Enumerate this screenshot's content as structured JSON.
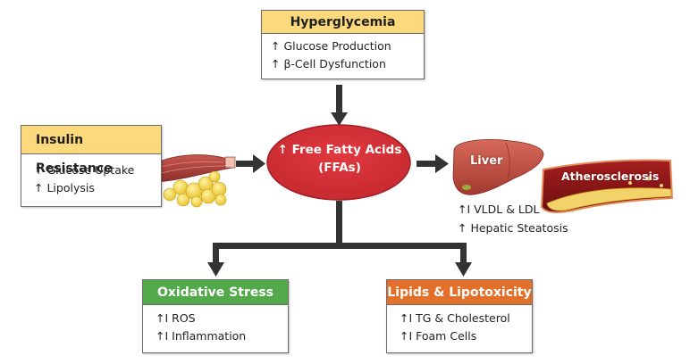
{
  "hyperglycemia": {
    "title": "Hyperglycemia",
    "items": [
      "↑ Glucose Production",
      "↑ β-Cell Dysfunction"
    ]
  },
  "insulin_resistance": {
    "title": "Insulin Resistance",
    "items": [
      "↑ Glucose Uptake",
      "↑ Lipolysis"
    ]
  },
  "ffa": {
    "line1": "↑ Free Fatty Acids",
    "line2": "(FFAs)",
    "color": "#d9343a"
  },
  "liver": {
    "label": "Liver",
    "items": [
      "↑I VLDL & LDL",
      "↑ Hepatic Steatosis"
    ]
  },
  "atherosclerosis": {
    "label": "Atherosclerosis"
  },
  "oxidative_stress": {
    "title": "Oxidative Stress",
    "items": [
      "↑I ROS",
      "↑I Inflammation"
    ],
    "color": "#53a84a"
  },
  "lipids": {
    "title": "Lipids & Lipotoxicity",
    "items": [
      "↑I TG & Cholesterol",
      "↑I Foam Cells"
    ],
    "color": "#e2702a"
  },
  "colors": {
    "header_yellow": "#fbd97c",
    "arrow": "#333333"
  }
}
